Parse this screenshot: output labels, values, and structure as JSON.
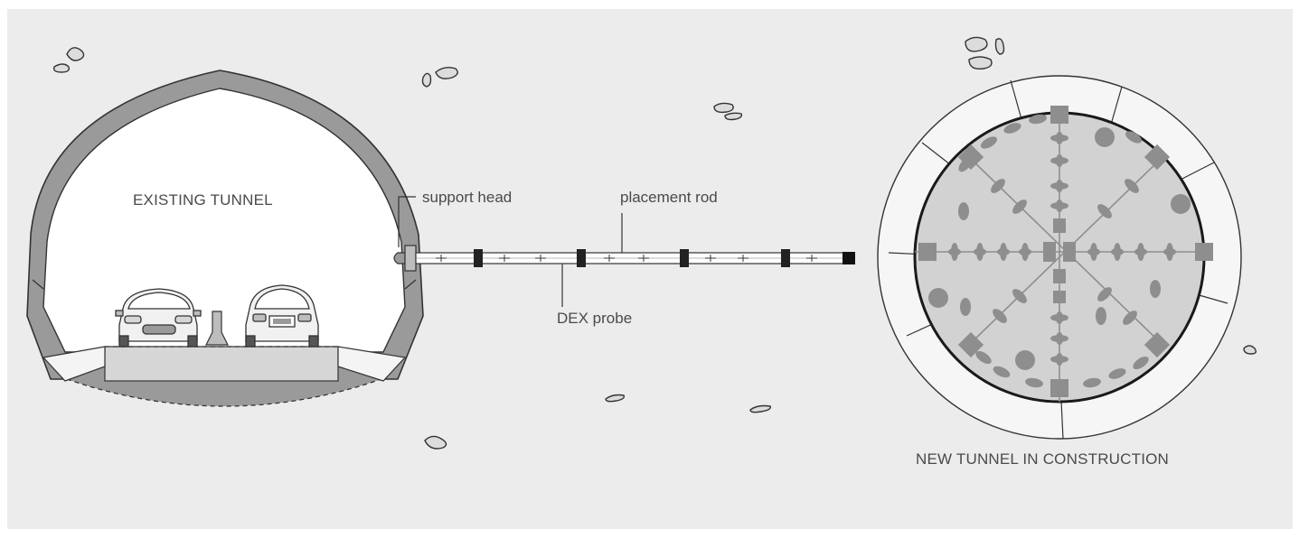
{
  "labels": {
    "existing_tunnel": "EXISTING TUNNEL",
    "support_head": "support head",
    "placement_rod": "placement rod",
    "dex_probe": "DEX probe",
    "new_tunnel": "NEW TUNNEL IN CONSTRUCTION"
  },
  "colors": {
    "background": "#ececec",
    "outline": "#333333",
    "ring_fill": "#9a9a9a",
    "face_fill": "#d2d2d2",
    "charge_fill": "#8e8e8e",
    "road_fill": "#d6d6d6",
    "rock_fill": "#dcdcdc"
  },
  "icons": {
    "existing_tunnel": "tunnel-cross-section-icon",
    "car_front": "car-front-icon",
    "car_rear": "car-rear-icon",
    "barrier": "road-barrier-icon",
    "probe": "dex-probe-icon",
    "tunnel_face": "drilling-pattern-icon",
    "rock": "rock-icon"
  }
}
